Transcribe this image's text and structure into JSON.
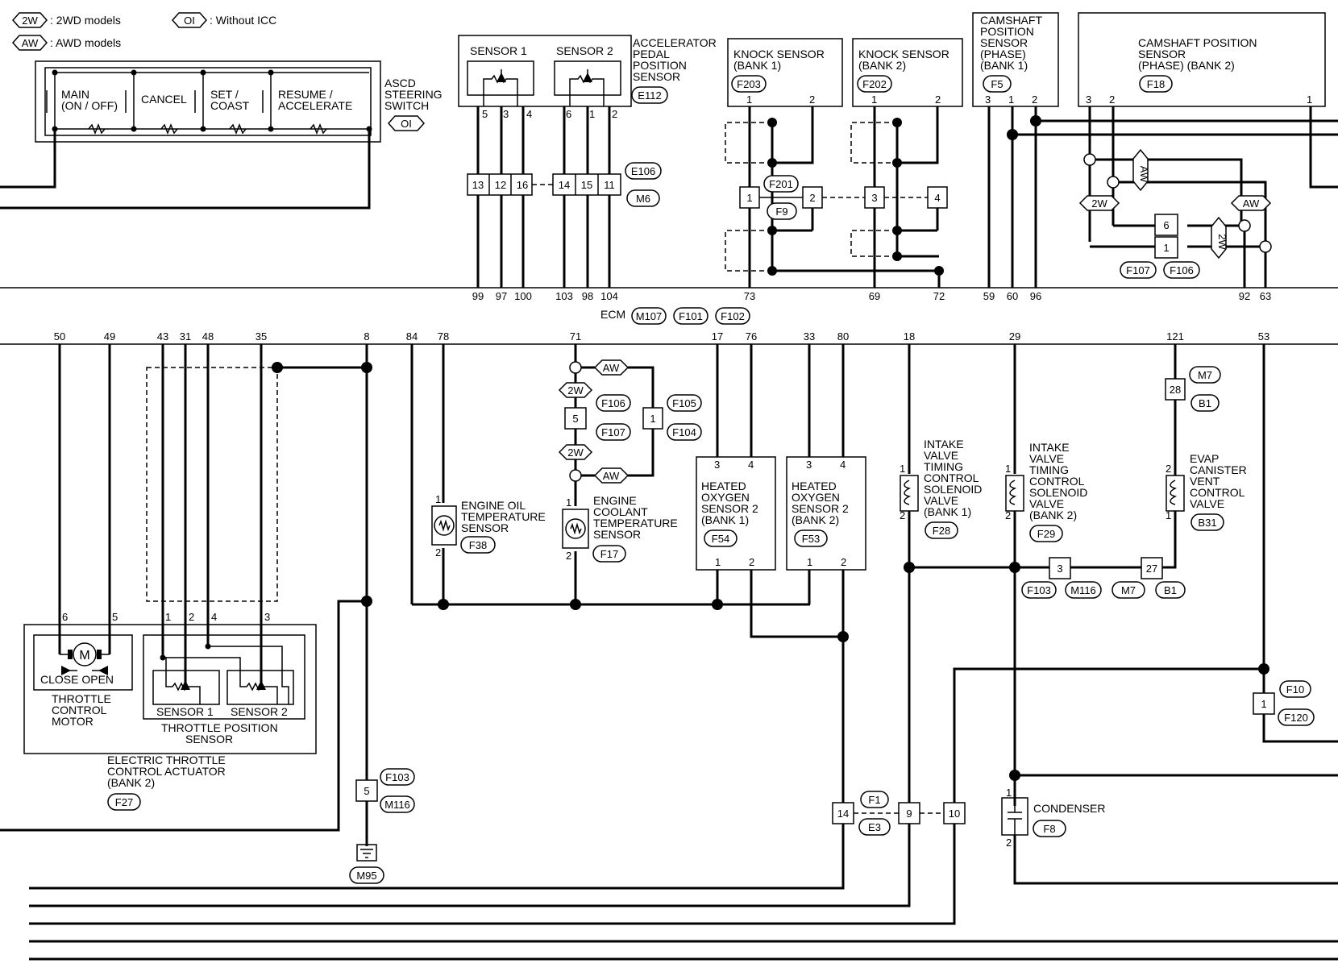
{
  "legend": {
    "w2_tag": "2W",
    "w2_text": ": 2WD models",
    "aw_tag": "AW",
    "aw_text": ": AWD models",
    "oi_tag": "OI",
    "oi_text": ": Without ICC"
  },
  "asco": {
    "label": [
      "ASCD",
      "STEERING",
      "SWITCH"
    ],
    "oi": "OI",
    "switches": [
      "MAIN",
      "(ON / OFF)",
      "CANCEL",
      "SET /",
      "COAST",
      "RESUME /",
      "ACCELERATE"
    ]
  },
  "apps": {
    "sensor1": "SENSOR 1",
    "sensor2": "SENSOR 2",
    "label": [
      "ACCELERATOR",
      "PEDAL",
      "POSITION",
      "SENSOR"
    ],
    "conn": "E112",
    "pins": [
      "5",
      "3",
      "4",
      "6",
      "1",
      "2"
    ],
    "jpins": [
      "13",
      "12",
      "16",
      "14",
      "15",
      "11"
    ],
    "jconn": [
      "E106",
      "M6"
    ]
  },
  "knock1": {
    "label": [
      "KNOCK SENSOR",
      "(BANK 1)"
    ],
    "conn": "F203",
    "pins": [
      "1",
      "2"
    ]
  },
  "knock2": {
    "label": [
      "KNOCK SENSOR",
      "(BANK 2)"
    ],
    "conn": "F202",
    "pins": [
      "1",
      "2"
    ]
  },
  "knock_joint": {
    "pins": [
      "1",
      "2",
      "3",
      "4"
    ],
    "conns": [
      "F201",
      "F9"
    ]
  },
  "cam1": {
    "label": [
      "CAMSHAFT",
      "POSITION",
      "SENSOR",
      "(PHASE)",
      "(BANK 1)"
    ],
    "conn": "F5",
    "pins": [
      "3",
      "1",
      "2"
    ]
  },
  "cam2": {
    "label": [
      "CAMSHAFT POSITION",
      "SENSOR",
      "(PHASE) (BANK 2)"
    ],
    "conn": "F18",
    "pins": [
      "3",
      "2",
      "1"
    ],
    "aw": "AW",
    "w2": "2W",
    "jpins": [
      "6",
      "1"
    ],
    "jconns": [
      "F107",
      "F106"
    ]
  },
  "ecm": {
    "label": "ECM",
    "conns": [
      "M107",
      "F101",
      "F102"
    ],
    "top_pins": [
      "99",
      "97",
      "100",
      "103",
      "98",
      "104",
      "73",
      "69",
      "72",
      "59",
      "60",
      "96",
      "92",
      "63"
    ],
    "bottom_pins": [
      "50",
      "49",
      "43",
      "31",
      "48",
      "35",
      "8",
      "84",
      "78",
      "71",
      "17",
      "76",
      "33",
      "80",
      "18",
      "29",
      "121",
      "53"
    ]
  },
  "throttle": {
    "motor_m": "M",
    "close_open": "CLOSE  OPEN",
    "motor_label": [
      "THROTTLE",
      "CONTROL",
      "MOTOR"
    ],
    "sensor1": "SENSOR 1",
    "sensor2": "SENSOR 2",
    "tps_label": [
      "THROTTLE POSITION",
      "SENSOR"
    ],
    "actuator_label": [
      "ELECTRIC THROTTLE",
      "CONTROL ACTUATOR",
      "(BANK 2)"
    ],
    "conn": "F27",
    "pins": [
      "6",
      "5",
      "1",
      "2",
      "4",
      "3"
    ]
  },
  "ground": {
    "jpin": "5",
    "jconns": [
      "F103",
      "M116"
    ],
    "conn": "M95"
  },
  "oil": {
    "label": [
      "ENGINE OIL",
      "TEMPERATURE",
      "SENSOR"
    ],
    "conn": "F38",
    "pins": [
      "1",
      "2"
    ]
  },
  "coolant": {
    "label": [
      "ENGINE",
      "COOLANT",
      "TEMPERATURE",
      "SENSOR"
    ],
    "conn": "F17",
    "pins": [
      "1",
      "2"
    ],
    "aw": "AW",
    "w2": "2W",
    "jpins": [
      "5",
      "1"
    ],
    "jconns": [
      "F106",
      "F107",
      "F105",
      "F104"
    ]
  },
  "ho2s1": {
    "label": [
      "HEATED",
      "OXYGEN",
      "SENSOR 2",
      "(BANK 1)"
    ],
    "conn": "F54",
    "pins": [
      "3",
      "4",
      "1",
      "2"
    ]
  },
  "ho2s2": {
    "label": [
      "HEATED",
      "OXYGEN",
      "SENSOR 2",
      "(BANK 2)"
    ],
    "conn": "F53",
    "pins": [
      "3",
      "4",
      "1",
      "2"
    ]
  },
  "ivt1": {
    "label": [
      "INTAKE",
      "VALVE",
      "TIMING",
      "CONTROL",
      "SOLENOID",
      "VALVE",
      "(BANK 1)"
    ],
    "conn": "F28",
    "pins": [
      "1",
      "2"
    ]
  },
  "ivt2": {
    "label": [
      "INTAKE",
      "VALVE",
      "TIMING",
      "CONTROL",
      "SOLENOID",
      "VALVE",
      "(BANK 2)"
    ],
    "conn": "F29",
    "pins": [
      "1",
      "2"
    ]
  },
  "evap": {
    "label": [
      "EVAP",
      "CANISTER",
      "VENT",
      "CONTROL",
      "VALVE"
    ],
    "conn": "B31",
    "pins": [
      "2",
      "1"
    ]
  },
  "evap_joint": {
    "top_pin": "28",
    "top_conns": [
      "M7",
      "B1"
    ],
    "pin3": "3",
    "pin27": "27",
    "conns": [
      "F103",
      "M116",
      "M7",
      "B1"
    ]
  },
  "right_joint": {
    "pin": "1",
    "conns": [
      "F10",
      "F120"
    ]
  },
  "bottom_joint": {
    "pins": [
      "14",
      "9",
      "10"
    ],
    "conns": [
      "F1",
      "E3"
    ]
  },
  "condenser": {
    "label": "CONDENSER",
    "conn": "F8",
    "pins": [
      "1",
      "2"
    ]
  }
}
